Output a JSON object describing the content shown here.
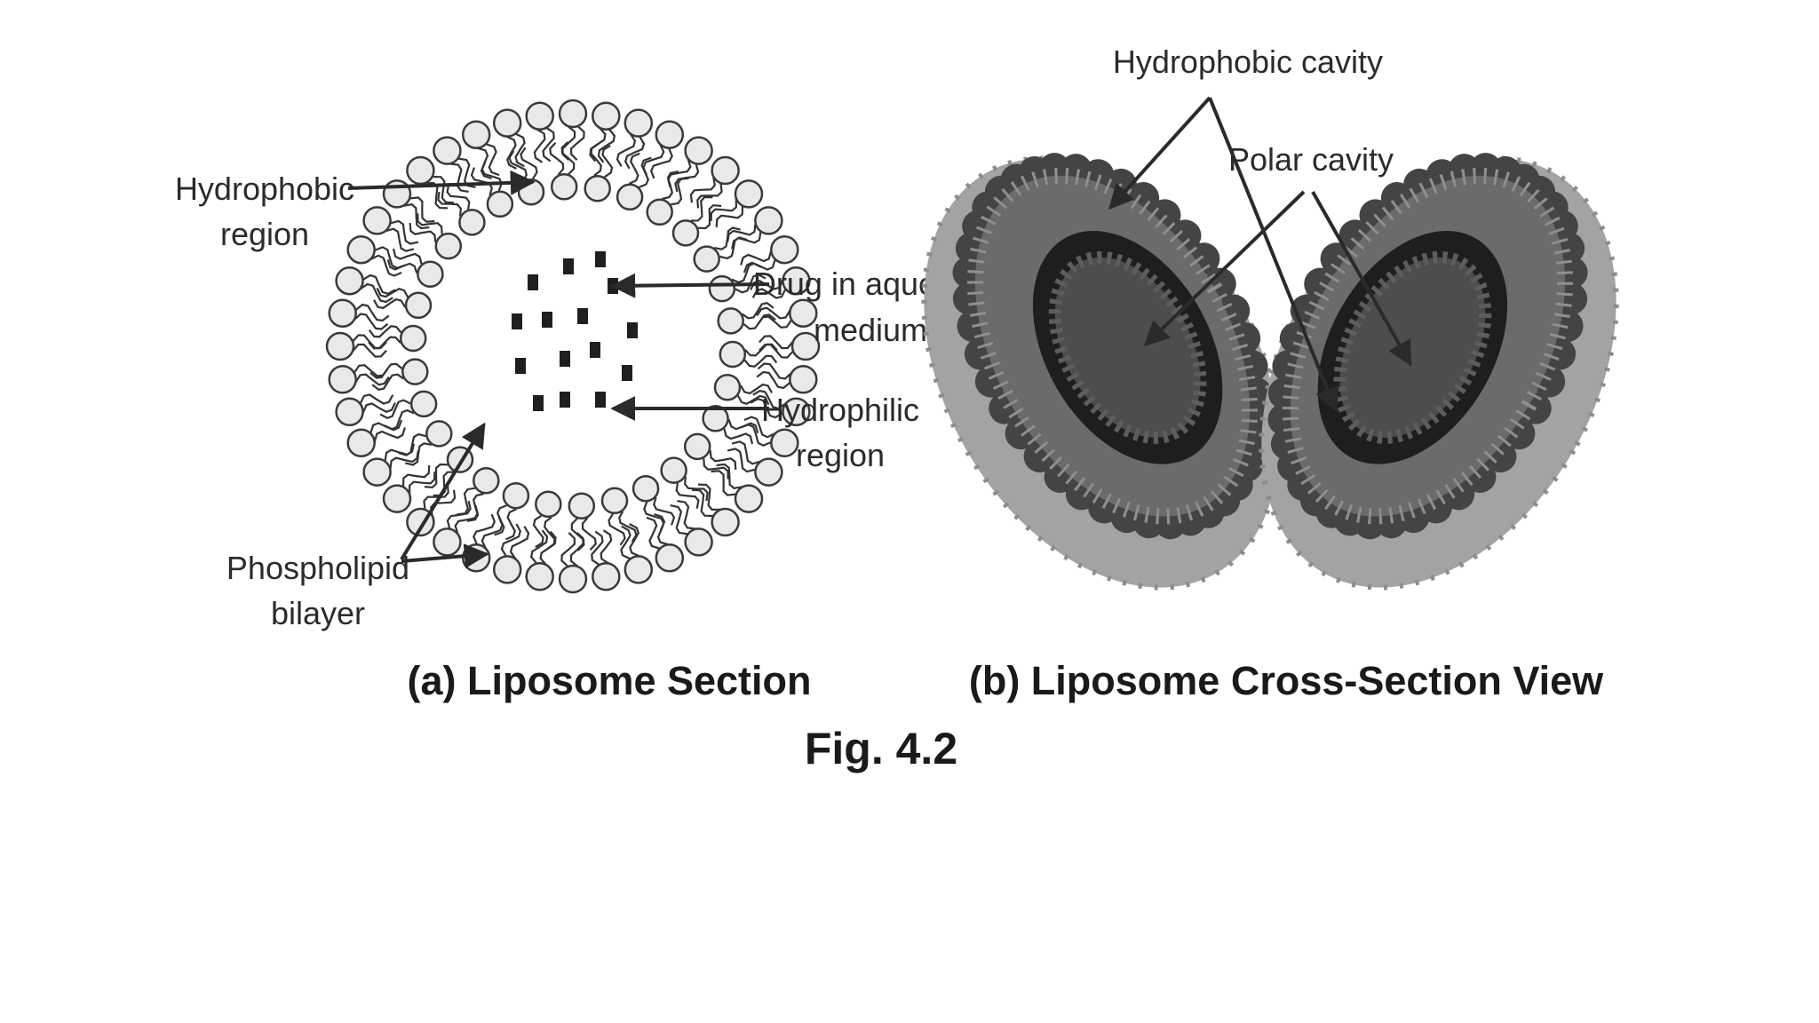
{
  "panel_a": {
    "labels": {
      "hydrophobic_region_line1": "Hydrophobic",
      "hydrophobic_region_line2": "region",
      "drug_line1": "Drug in aqueous",
      "drug_line2": "medium",
      "hydrophilic_line1": "Hydrophilic",
      "hydrophilic_line2": "region",
      "bilayer_line1": "Phospholipid",
      "bilayer_line2": "bilayer"
    },
    "caption": "(a) Liposome Section"
  },
  "panel_b": {
    "labels": {
      "hydrophobic_cavity": "Hydrophobic cavity",
      "polar_cavity": "Polar cavity"
    },
    "caption": "(b) Liposome Cross-Section View"
  },
  "figure_number": "Fig. 4.2",
  "colors": {
    "head_fill": "#e9e9e9",
    "head_stroke": "#3a3a3a",
    "drug": "#1f1f1f",
    "outer_shell": "#9a9a9a",
    "membrane_dark": "#3d3d3d",
    "core": "#1c1c1c"
  }
}
